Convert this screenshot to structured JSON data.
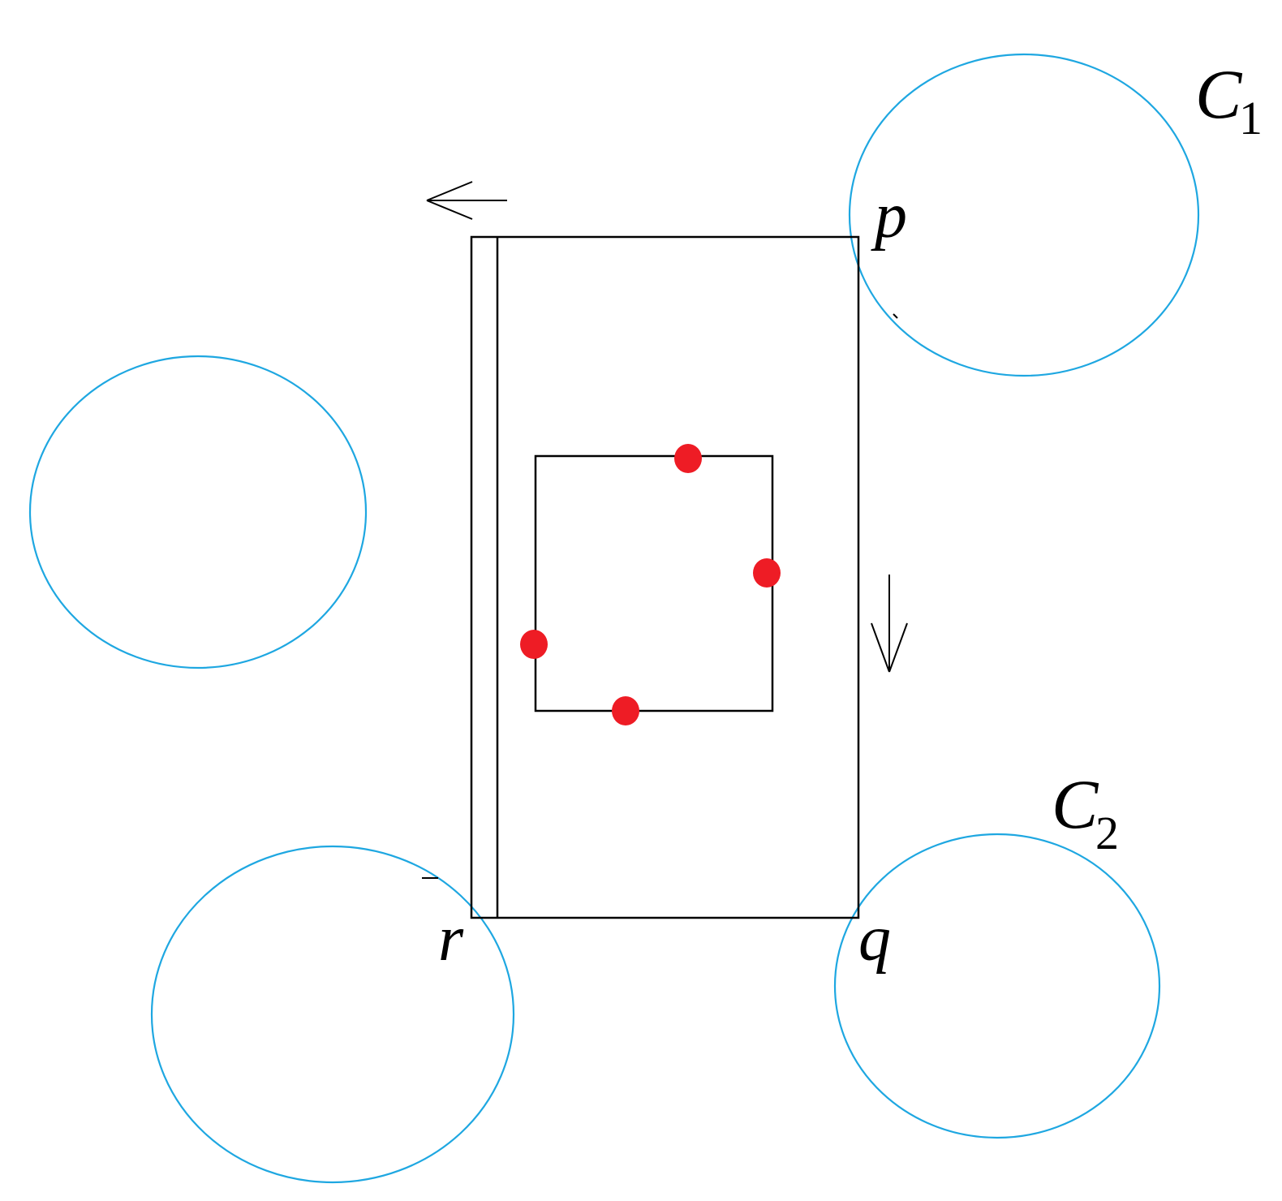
{
  "colors": {
    "circle": "#1ea7e1",
    "dot": "#ee1c25",
    "line": "#000000"
  },
  "labels": {
    "p": "p",
    "q": "q",
    "r": "r",
    "c1_base": "C",
    "c1_sub": "1",
    "c2_base": "C",
    "c2_sub": "2"
  }
}
